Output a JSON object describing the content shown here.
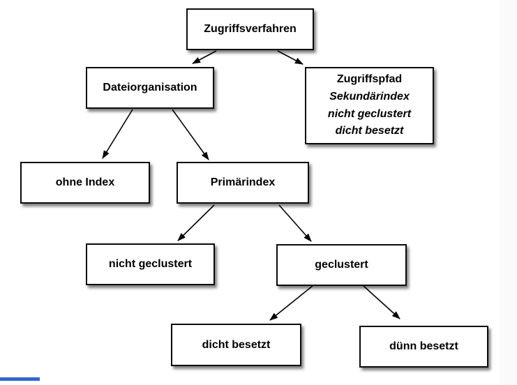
{
  "nodes": {
    "zugriffsverfahren": {
      "label": "Zugriffsverfahren"
    },
    "dateiorganisation": {
      "label": "Dateiorganisation"
    },
    "zugriffspfad": {
      "line1": "Zugriffspfad",
      "line2": "Sekundärindex",
      "line3": "nicht geclustert",
      "line4": "dicht besetzt"
    },
    "ohne_index": {
      "label": "ohne Index"
    },
    "primaerindex": {
      "label": "Primärindex"
    },
    "nicht_geclustert": {
      "label": "nicht geclustert"
    },
    "geclustert": {
      "label": "geclustert"
    },
    "dicht_besetzt": {
      "label": "dicht besetzt"
    },
    "duenn_besetzt": {
      "label": "dünn besetzt"
    }
  },
  "edges": [
    {
      "from": "Zugriffsverfahren",
      "to": "Dateiorganisation"
    },
    {
      "from": "Zugriffsverfahren",
      "to": "Zugriffspfad"
    },
    {
      "from": "Dateiorganisation",
      "to": "ohne Index"
    },
    {
      "from": "Dateiorganisation",
      "to": "Primärindex"
    },
    {
      "from": "Primärindex",
      "to": "nicht geclustert"
    },
    {
      "from": "Primärindex",
      "to": "geclustert"
    },
    {
      "from": "geclustert",
      "to": "dicht besetzt"
    },
    {
      "from": "geclustert",
      "to": "dünn besetzt"
    }
  ],
  "colors": {
    "background": "#ffffff",
    "node_fill": "#ffffff",
    "node_border": "#0a0a0a",
    "arrow": "#000000",
    "right_band": "#fafafa",
    "bottom_accent_bar": "#3366cc"
  }
}
